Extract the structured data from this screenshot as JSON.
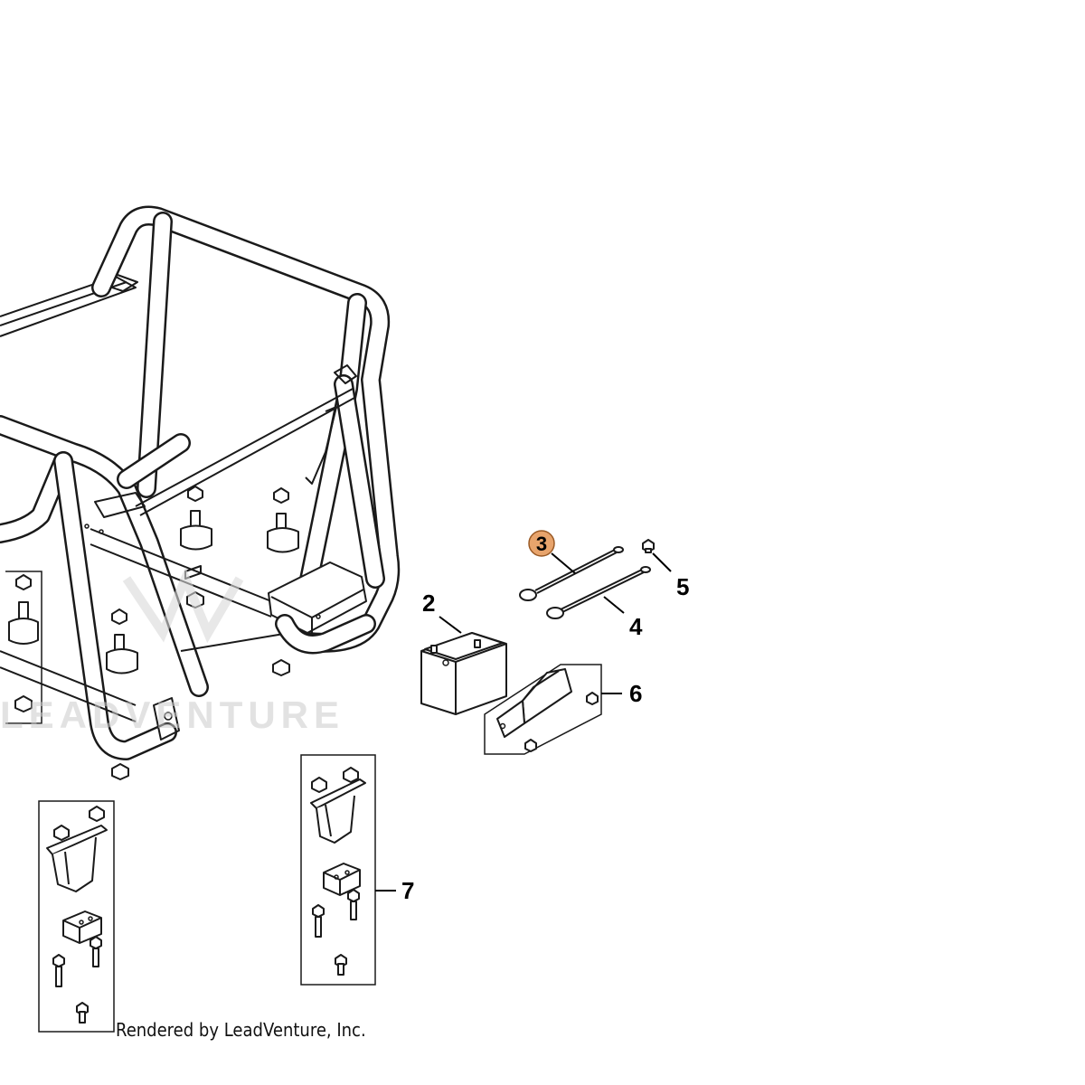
{
  "diagram": {
    "callouts": [
      {
        "id": "2",
        "label": "2",
        "highlighted": false
      },
      {
        "id": "3",
        "label": "3",
        "highlighted": true
      },
      {
        "id": "4",
        "label": "4",
        "highlighted": false
      },
      {
        "id": "5",
        "label": "5",
        "highlighted": false
      },
      {
        "id": "6",
        "label": "6",
        "highlighted": false
      },
      {
        "id": "7",
        "label": "7",
        "highlighted": false
      }
    ],
    "highlight_color": "#e8a46c",
    "highlight_border": "#9a5a25",
    "watermark": "LEADVENTURE",
    "credit": "Rendered by LeadVenture, Inc."
  }
}
